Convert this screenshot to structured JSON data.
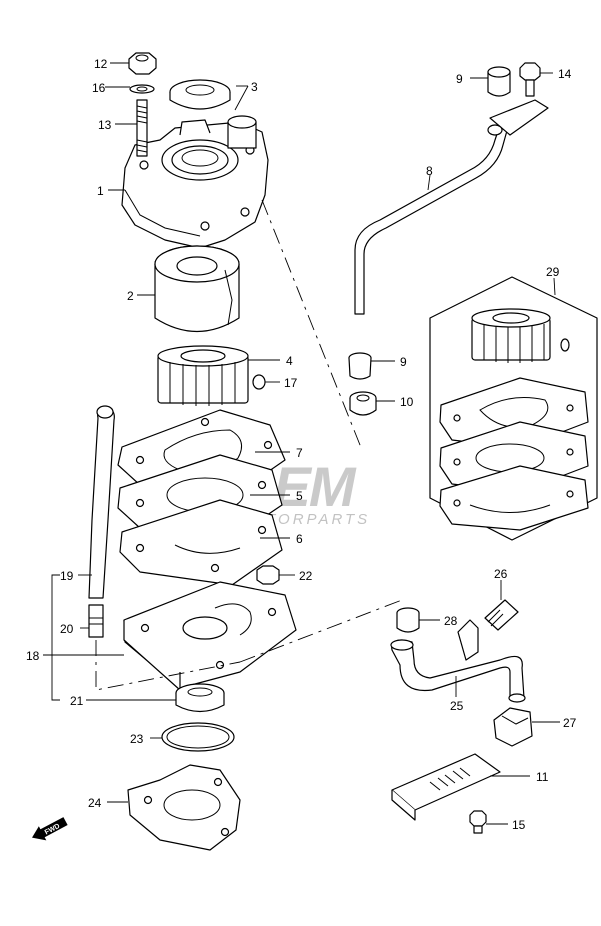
{
  "watermark": {
    "logo": "OEM",
    "tagline": "MOTORPARTS",
    "color": "#b4b4b4"
  },
  "fwd_label": "FWD",
  "callouts": {
    "p1": "1",
    "p2": "2",
    "p3": "3",
    "p4": "4",
    "p5": "5",
    "p6": "6",
    "p7": "7",
    "p8": "8",
    "p9a": "9",
    "p9b": "9",
    "p10": "10",
    "p11": "11",
    "p12": "12",
    "p13": "13",
    "p14": "14",
    "p15": "15",
    "p16": "16",
    "p17": "17",
    "p18": "18",
    "p19": "19",
    "p20": "20",
    "p21": "21",
    "p22": "22",
    "p23": "23",
    "p24": "24",
    "p25": "25",
    "p26": "26",
    "p27": "27",
    "p28": "28",
    "p29": "29"
  },
  "colors": {
    "line": "#000000",
    "background": "#ffffff"
  }
}
